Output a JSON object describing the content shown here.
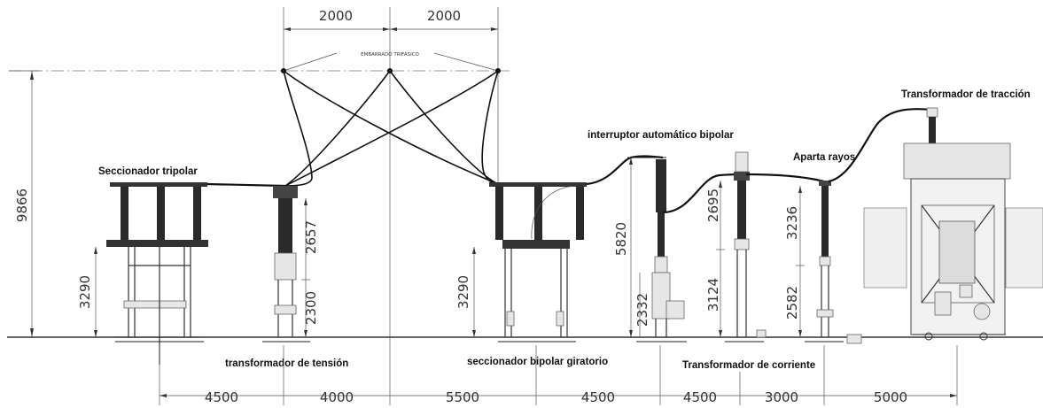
{
  "top_dimensions": [
    "2000",
    "2000"
  ],
  "busbar_label": "EMBARRADO TRIFÁSICO",
  "left_height": "9866",
  "bottom_dimensions": [
    "4500",
    "4000",
    "5500",
    "4500",
    "4500",
    "3000",
    "5000"
  ],
  "vertical_dimensions": {
    "seccionador_tripolar": "3290",
    "transformador_tension_top": "2657",
    "transformador_tension_bottom": "2300",
    "seccionador_bipolar": "3290",
    "interruptor_top": "5820",
    "interruptor_bottom": "2332",
    "corriente_top": "2695",
    "corriente_bottom": "3124",
    "aparta_top": "3236",
    "aparta_bottom": "2582"
  },
  "labels": {
    "seccionador_tripolar": "Seccionador tripolar",
    "transformador_tension": "transformador de tensión",
    "seccionador_bipolar": "seccionador bipolar giratorio",
    "interruptor": "interruptor automático bipolar",
    "transformador_corriente": "Transformador de corriente",
    "aparta_rayos": "Aparta rayos",
    "transformador_traccion": "Transformador de tracción"
  }
}
